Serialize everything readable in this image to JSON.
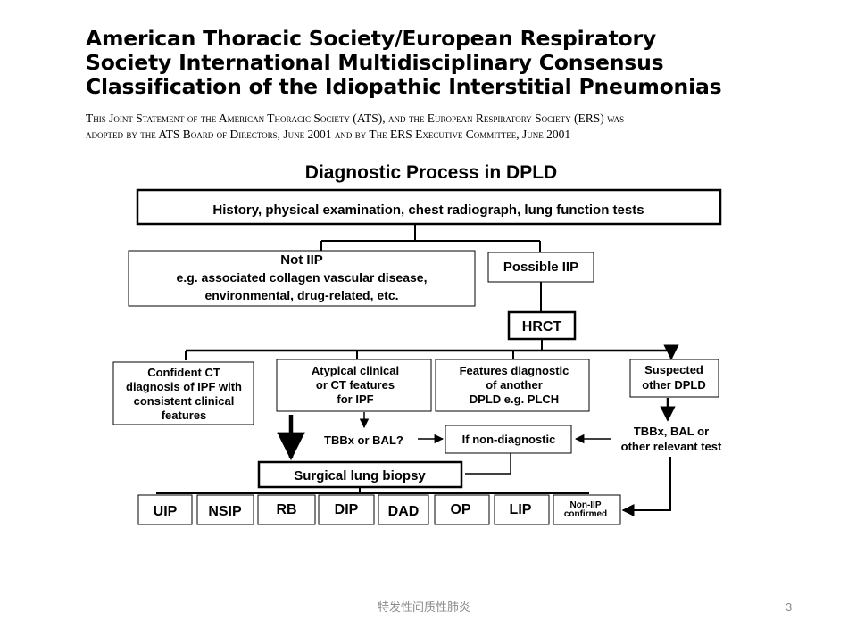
{
  "header": {
    "title_lines": [
      "American Thoracic Society/European Respiratory",
      "Society International Multidisciplinary Consensus",
      "Classification of the Idiopathic Interstitial Pneumonias"
    ],
    "subtitle_lines": [
      "This Joint Statement of the American Thoracic Society (ATS), and the European Respiratory Society (ERS) was",
      "adopted by the ATS Board of Directors, June 2001 and by The ERS Executive Committee, June 2001"
    ]
  },
  "diagram": {
    "title": "Diagnostic Process in DPLD",
    "history": "History, physical examination, chest radiograph, lung function tests",
    "not_iip": [
      "Not IIP",
      "e.g. associated collagen vascular disease,",
      "environmental, drug-related, etc."
    ],
    "possible_iip": "Possible IIP",
    "hrct": "HRCT",
    "confident_ct": [
      "Confident CT",
      "diagnosis of IPF with",
      "consistent clinical",
      "features"
    ],
    "atypical": [
      "Atypical clinical",
      "or CT features",
      "for IPF"
    ],
    "features_diag": [
      "Features diagnostic",
      "of another",
      "DPLD e.g. PLCH"
    ],
    "suspected": [
      "Suspected",
      "other DPLD"
    ],
    "tbbx_bal_q": "TBBx or BAL?",
    "non_diagnostic": "If non-diagnostic",
    "tbbx_bal_other": [
      "TBBx, BAL or",
      "other relevant test"
    ],
    "surgical_biopsy": "Surgical lung biopsy",
    "outcomes": [
      "UIP",
      "NSIP",
      "RB",
      "DIP",
      "DAD",
      "OP",
      "LIP"
    ],
    "non_iip_confirmed": [
      "Non-IIP",
      "confirmed"
    ]
  },
  "footer": {
    "text": "特发性间质性肺炎",
    "page": "3"
  }
}
